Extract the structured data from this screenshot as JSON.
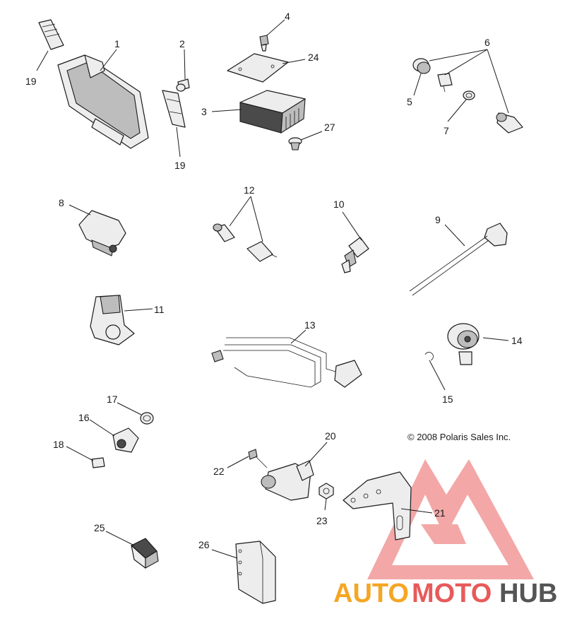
{
  "callouts": {
    "c1": "1",
    "c2": "2",
    "c3": "3",
    "c4": "4",
    "c5": "5",
    "c6": "6",
    "c7": "7",
    "c8": "8",
    "c9": "9",
    "c10": "10",
    "c11": "11",
    "c12": "12",
    "c13": "13",
    "c14": "14",
    "c15": "15",
    "c16": "16",
    "c17": "17",
    "c18": "18",
    "c19a": "19",
    "c19b": "19",
    "c20": "20",
    "c21": "21",
    "c22": "22",
    "c23": "23",
    "c24": "24",
    "c25": "25",
    "c26": "26",
    "c27": "27"
  },
  "copyright": "© 2008 Polaris Sales Inc.",
  "watermark": {
    "part1": "AUTO",
    "part2": "MOTO",
    "part3": "HUB",
    "color_orange": "#f5a623",
    "color_red": "#e85a5a",
    "color_grey": "#555555"
  }
}
